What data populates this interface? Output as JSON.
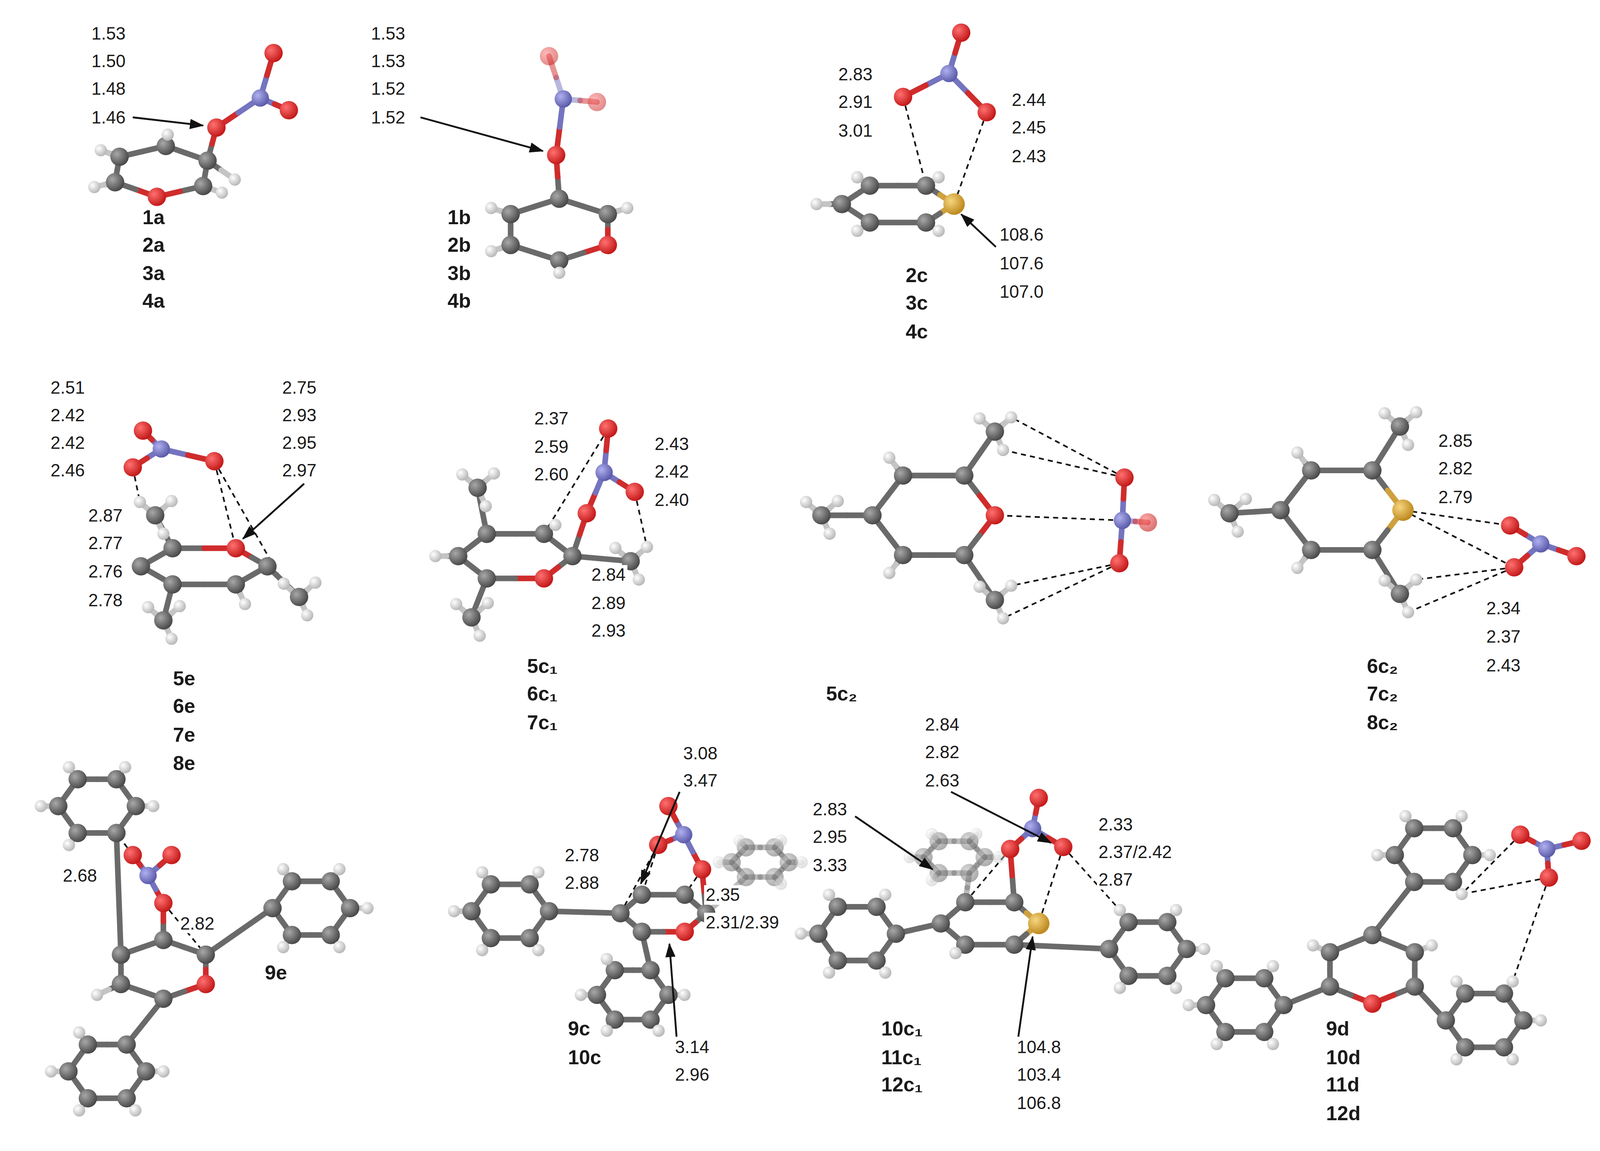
{
  "diagram": {
    "labels": [
      "1.53",
      "1.50",
      "1.48",
      "1.46",
      "1a",
      "2a",
      "3a",
      "4a",
      "1.53",
      "1.53",
      "1.52",
      "1.52",
      "1b",
      "2b",
      "3b",
      "4b",
      "2.83",
      "2.91",
      "3.01",
      "2.44",
      "2.45",
      "2.43",
      "108.6",
      "107.6",
      "107.0",
      "2c",
      "3c",
      "4c",
      "2.51",
      "2.42",
      "2.42",
      "2.46",
      "2.75",
      "2.93",
      "2.95",
      "2.97",
      "2.87",
      "2.77",
      "2.76",
      "2.78",
      "5e",
      "6e",
      "7e",
      "8e",
      "2.37",
      "2.59",
      "2.60",
      "2.43",
      "2.42",
      "2.40",
      "2.84",
      "2.89",
      "2.93",
      "5c₁",
      "6c₁",
      "7c₁",
      "5c₂",
      "2.85",
      "2.82",
      "2.79",
      "2.34",
      "2.37",
      "2.43",
      "6c₂",
      "7c₂",
      "8c₂",
      "2.68",
      "2.82",
      "9e",
      "3.08",
      "3.47",
      "2.78",
      "2.88",
      "2.35",
      "2.31/2.39",
      "3.14",
      "2.96",
      "9c",
      "10c",
      "2.84",
      "2.82",
      "2.63",
      "2.83",
      "2.95",
      "3.33",
      "2.33",
      "2.37/2.42",
      "2.87",
      "104.8",
      "103.4",
      "106.8",
      "10c₁",
      "11c₁",
      "12c₁",
      "9d",
      "10d",
      "11d",
      "12d"
    ]
  }
}
